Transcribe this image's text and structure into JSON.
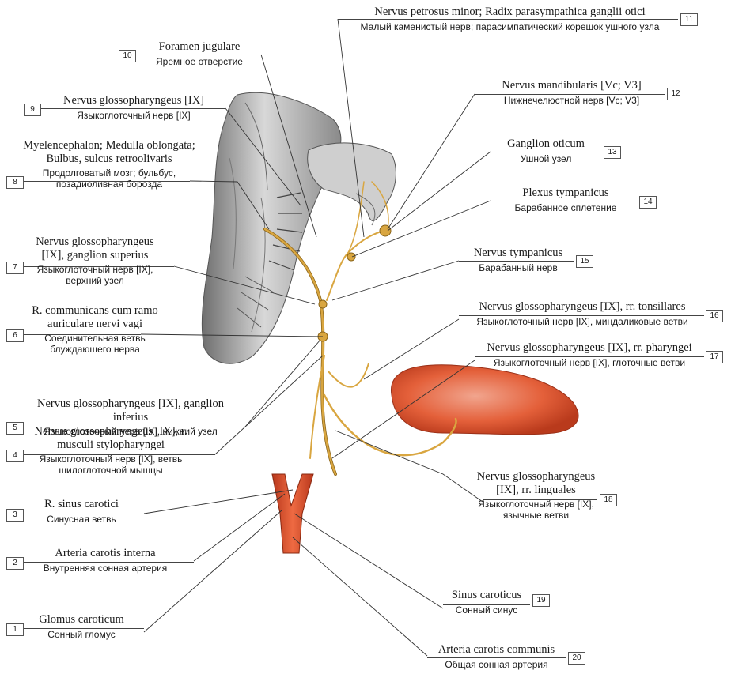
{
  "labels": {
    "l1": {
      "num": "1",
      "latin": "Glomus caroticum",
      "russian": "Сонный гломус"
    },
    "l2": {
      "num": "2",
      "latin": "Arteria carotis interna",
      "russian": "Внутренняя сонная артерия"
    },
    "l3": {
      "num": "3",
      "latin": "R. sinus carotici",
      "russian": "Синусная ветвь"
    },
    "l4": {
      "num": "4",
      "latin": "Nervus glossopharyngeus [IX], r. musculi stylopharyngei",
      "russian": "Языкоглоточный нерв [IX], ветвь шилоглоточной мышцы"
    },
    "l5": {
      "num": "5",
      "latin": "Nervus glossopharyngeus [IX], ganglion inferius",
      "russian": "Языкоглоточный нерв [IX], нижний узел"
    },
    "l6": {
      "num": "6",
      "latin": "R. communicans cum ramo auriculare nervi vagi",
      "russian": "Соединительная ветвь блуждающего нерва"
    },
    "l7": {
      "num": "7",
      "latin": "Nervus glossopharyngeus [IX], ganglion superius",
      "russian": "Языкоглоточный нерв [IX], верхний узел"
    },
    "l8": {
      "num": "8",
      "latin": "Myelencephalon; Medulla oblongata; Bulbus, sulcus retroolivaris",
      "russian": "Продолговатый мозг; бульбус, позадиоливная борозда"
    },
    "l9": {
      "num": "9",
      "latin": "Nervus glossopharyngeus [IX]",
      "russian": "Языкоглоточный нерв [IX]"
    },
    "l10": {
      "num": "10",
      "latin": "Foramen jugulare",
      "russian": "Яремное отверстие"
    },
    "l11": {
      "num": "11",
      "latin": "Nervus petrosus minor; Radix parasympathica ganglii otici",
      "russian": "Малый каменистый нерв; парасимпатический корешок ушного узла"
    },
    "l12": {
      "num": "12",
      "latin": "Nervus mandibularis [Vc; V3]",
      "russian": "Нижнечелюстной нерв [Vc; V3]"
    },
    "l13": {
      "num": "13",
      "latin": "Ganglion oticum",
      "russian": "Ушной узел"
    },
    "l14": {
      "num": "14",
      "latin": "Plexus tympanicus",
      "russian": "Барабанное сплетение"
    },
    "l15": {
      "num": "15",
      "latin": "Nervus tympanicus",
      "russian": "Барабанный нерв"
    },
    "l16": {
      "num": "16",
      "latin": "Nervus glossopharyngeus [IX], rr. tonsillares",
      "russian": "Языкоглоточный нерв [IX], миндаликовые ветви"
    },
    "l17": {
      "num": "17",
      "latin": "Nervus glossopharyngeus [IX], rr. pharyngei",
      "russian": "Языкоглоточный нерв [IX], глоточные ветви"
    },
    "l18": {
      "num": "18",
      "latin": "Nervus glossopharyngeus [IX], rr. linguales",
      "russian": "Языкоглоточный нерв [IX], язычные ветви"
    },
    "l19": {
      "num": "19",
      "latin": "Sinus caroticus",
      "russian": "Сонный синус"
    },
    "l20": {
      "num": "20",
      "latin": "Arteria carotis communis",
      "russian": "Общая сонная артерия"
    }
  },
  "colors": {
    "nerve": "#d9a640",
    "nerve_outline": "#8a6418",
    "artery": "#e0522e",
    "tongue": "#e4603a",
    "brainstem": "#c9c9c9",
    "leader": "#333333"
  }
}
